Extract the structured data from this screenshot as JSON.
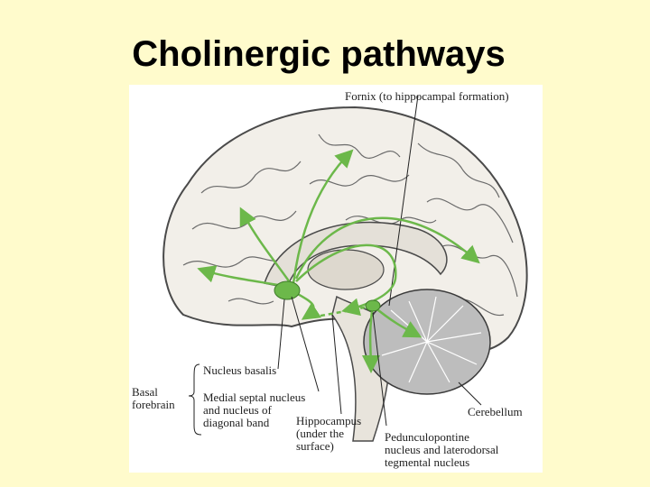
{
  "slide": {
    "title": "Cholinergic pathways"
  },
  "labels": {
    "fornix": "Fornix (to hippocampal formation)",
    "nucleus_basalis": "Nucleus basalis",
    "medial_septal_1": "Medial septal nucleus",
    "medial_septal_2": "and nucleus of",
    "medial_septal_3": "diagonal band",
    "basal_1": "Basal",
    "basal_2": "forebrain",
    "hippocampus_1": "Hippocampus",
    "hippocampus_2": "(under the",
    "hippocampus_3": "surface)",
    "pedunculo_1": "Pedunculopontine",
    "pedunculo_2": "nucleus and laterodorsal",
    "pedunculo_3": "tegmental nucleus",
    "cerebellum": "Cerebellum"
  },
  "colors": {
    "background": "#fffbcc",
    "pathway": "#6cb84a",
    "brain_fill": "#f2efe9",
    "brain_outline": "#4a4a4a"
  }
}
